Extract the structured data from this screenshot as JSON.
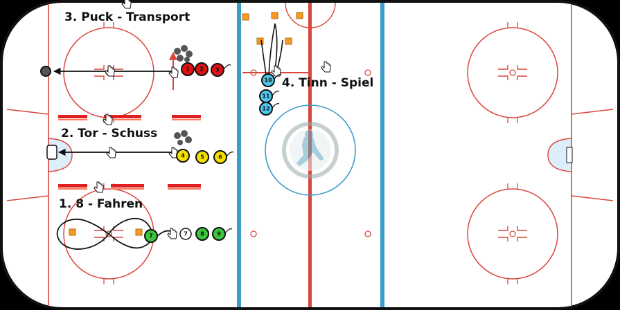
{
  "stations": {
    "s1": {
      "title": "1. 8 - Fahren",
      "players": [
        "7",
        "7",
        "8",
        "9"
      ]
    },
    "s2": {
      "title": "2. Tor - Schuss",
      "players": [
        "4",
        "5",
        "6"
      ]
    },
    "s3": {
      "title": "3. Puck - Transport",
      "players": [
        "1",
        "2",
        "3"
      ]
    },
    "s4": {
      "title": "4. Tinn - Spiel",
      "players": [
        "10",
        "11",
        "12"
      ]
    }
  },
  "colors": {
    "red_team": "#e01010",
    "yellow_team": "#f5e000",
    "green_team": "#3dc43d",
    "blue_team": "#4fc6ee",
    "white_player": "#ffffff",
    "cone": "#f59a23",
    "rink_red": "#d9463c",
    "rink_blue": "#3a9cc9"
  },
  "icons": [
    "hand-pointer-icon",
    "goal-icon",
    "puck-icon",
    "cone-icon",
    "center-ice-logo-icon"
  ]
}
